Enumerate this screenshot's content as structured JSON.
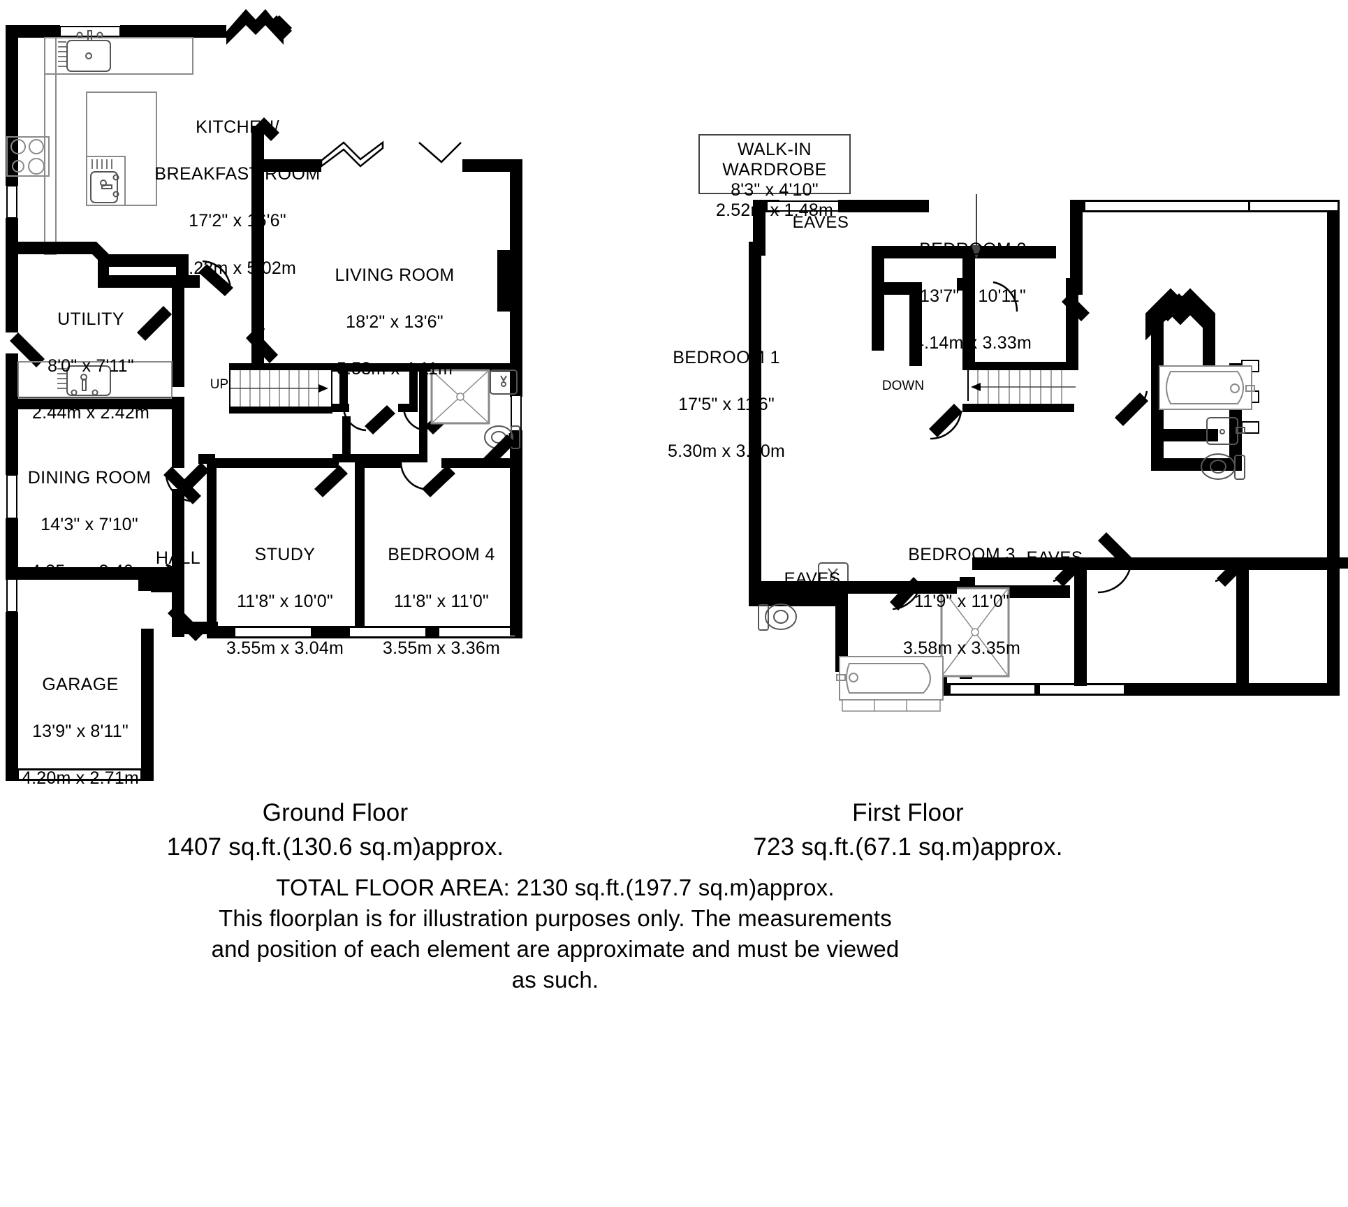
{
  "document": {
    "type": "floorplan",
    "ground_floor": {
      "title": "Ground Floor",
      "area": "1407 sq.ft.(130.6 sq.m)approx.",
      "rooms": [
        {
          "name": "KITCHEN/",
          "name2": "BREAKFAST ROOM",
          "dim_imperial": "17'2\" x 16'6\"",
          "dim_metric": "5.23m x 5.02m"
        },
        {
          "name": "UTILITY",
          "dim_imperial": "8'0\" x 7'11\"",
          "dim_metric": "2.44m x 2.42m"
        },
        {
          "name": "LIVING ROOM",
          "dim_imperial": "18'2\" x 13'6\"",
          "dim_metric": "5.53m x 4.11m"
        },
        {
          "name": "DINING ROOM",
          "dim_imperial": "14'3\" x 7'10\"",
          "dim_metric": "4.35m x 2.40m"
        },
        {
          "name": "HALL",
          "dim_imperial": "",
          "dim_metric": ""
        },
        {
          "name": "STUDY",
          "dim_imperial": "11'8\" x 10'0\"",
          "dim_metric": "3.55m x 3.04m"
        },
        {
          "name": "BEDROOM 4",
          "dim_imperial": "11'8\" x 11'0\"",
          "dim_metric": "3.55m x 3.36m"
        },
        {
          "name": "GARAGE",
          "dim_imperial": "13'9\" x 8'11\"",
          "dim_metric": "4.20m x 2.71m"
        }
      ],
      "stair_label": "UP"
    },
    "first_floor": {
      "title": "First Floor",
      "area": "723 sq.ft.(67.1 sq.m)approx.",
      "rooms": [
        {
          "name": "WALK-IN WARDROBE",
          "dim_imperial": "8'3\" x 4'10\"",
          "dim_metric": "2.52m x 1.48m"
        },
        {
          "name": "BEDROOM 2",
          "dim_imperial": "13'7\" x 10'11\"",
          "dim_metric": "4.14m x 3.33m"
        },
        {
          "name": "BEDROOM 1",
          "dim_imperial": "17'5\" x 11'6\"",
          "dim_metric": "5.30m x 3.50m"
        },
        {
          "name": "BEDROOM 3",
          "dim_imperial": "11'9\" x 11'0\"",
          "dim_metric": "3.58m x 3.35m"
        }
      ],
      "eaves_labels": [
        "EAVES",
        "EAVES",
        "EAVES"
      ],
      "stair_label": "DOWN"
    },
    "footer": {
      "total": "TOTAL FLOOR AREA: 2130 sq.ft.(197.7 sq.m)approx.",
      "disclaimer_line1": "This floorplan is for illustration purposes only. The measurements",
      "disclaimer_line2": "and position of each element are approximate and must be viewed",
      "disclaimer_line3": "as such."
    },
    "colors": {
      "wall": "#000000",
      "fixture_outline": "#8a8a8a",
      "background": "#ffffff",
      "text": "#000000"
    },
    "icons": {
      "sink": "sink-icon",
      "hob": "hob-icon",
      "bath": "bathtub-icon",
      "toilet": "toilet-icon",
      "basin": "wash-basin-icon",
      "shower": "shower-tray-icon",
      "stairs_up": "stairs-up-icon",
      "stairs_down": "stairs-down-icon",
      "window": "window-icon",
      "door_swing": "door-swing-icon"
    }
  }
}
